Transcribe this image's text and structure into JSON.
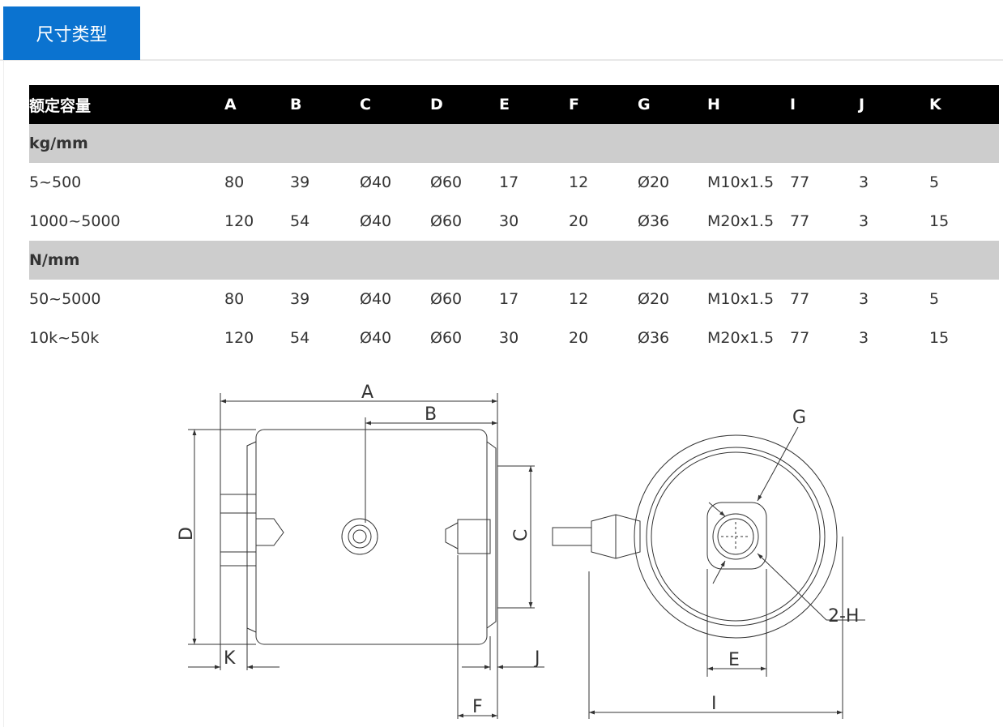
{
  "tab": {
    "label": "尺寸类型"
  },
  "table": {
    "headers": [
      "额定容量",
      "A",
      "B",
      "C",
      "D",
      "E",
      "F",
      "G",
      "H",
      "I",
      "J",
      "K"
    ],
    "groups": [
      {
        "label": "kg/mm",
        "rows": [
          [
            "5~500",
            "80",
            "39",
            "Ø40",
            "Ø60",
            "17",
            "12",
            "Ø20",
            "M10x1.5",
            "77",
            "3",
            "5"
          ],
          [
            "1000~5000",
            "120",
            "54",
            "Ø40",
            "Ø60",
            "30",
            "20",
            "Ø36",
            "M20x1.5",
            "77",
            "3",
            "15"
          ]
        ]
      },
      {
        "label": "N/mm",
        "rows": [
          [
            "50~5000",
            "80",
            "39",
            "Ø40",
            "Ø60",
            "17",
            "12",
            "Ø20",
            "M10x1.5",
            "77",
            "3",
            "5"
          ],
          [
            "10k~50k",
            "120",
            "54",
            "Ø40",
            "Ø60",
            "30",
            "20",
            "Ø36",
            "M20x1.5",
            "77",
            "3",
            "15"
          ]
        ]
      }
    ]
  },
  "drawing": {
    "labels": {
      "A": "A",
      "B": "B",
      "C": "C",
      "D": "D",
      "E": "E",
      "F": "F",
      "G": "G",
      "H": "2-H",
      "I": "I",
      "J": "J",
      "K": "K"
    }
  }
}
